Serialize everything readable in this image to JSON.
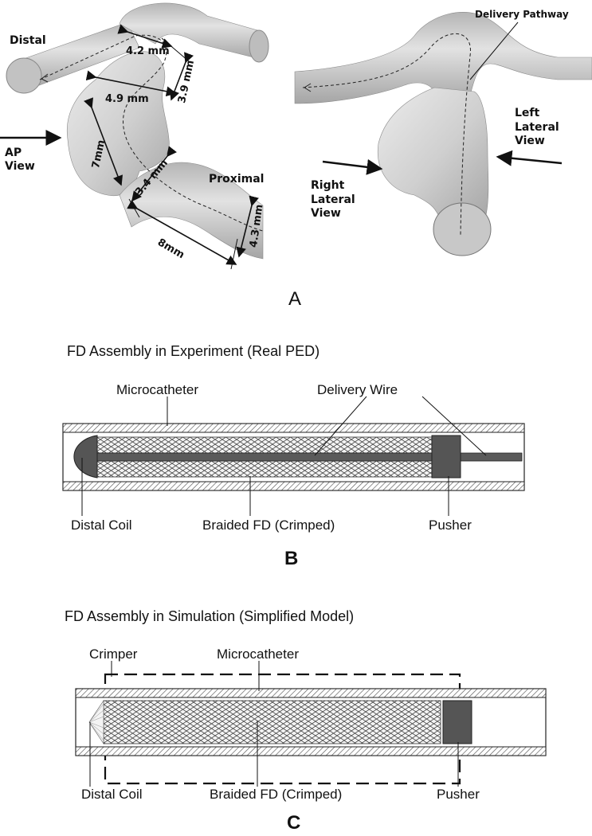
{
  "panel_a": {
    "letter": "A",
    "labels": {
      "distal": "Distal",
      "proximal": "Proximal",
      "ap_view": "AP\nView",
      "delivery_pathway": "Delivery Pathway",
      "left_lateral_view": "Left\nLateral\nView",
      "right_lateral_view": "Right\nLateral\nView"
    },
    "dimensions": [
      "4.2 mm",
      "3.9 mm",
      "4.9 mm",
      "7mm",
      "3.4 mm",
      "4.3 mm",
      "8mm"
    ]
  },
  "panel_b": {
    "letter": "B",
    "title": "FD Assembly in Experiment (Real PED)",
    "labels": {
      "microcatheter": "Microcatheter",
      "delivery_wire": "Delivery Wire",
      "distal_coil": "Distal Coil",
      "braided_fd": "Braided FD (Crimped)",
      "pusher": "Pusher"
    }
  },
  "panel_c": {
    "letter": "C",
    "title": "FD Assembly in Simulation (Simplified Model)",
    "labels": {
      "crimper": "Crimper",
      "microcatheter": "Microcatheter",
      "distal_coil": "Distal Coil",
      "braided_fd": "Braided FD (Crimped)",
      "pusher": "Pusher"
    }
  },
  "colors": {
    "vessel": "#d6d6d6",
    "vessel_shadow": "#9a9a9a",
    "pusher": "#505050",
    "line": "#1a1a1a"
  }
}
